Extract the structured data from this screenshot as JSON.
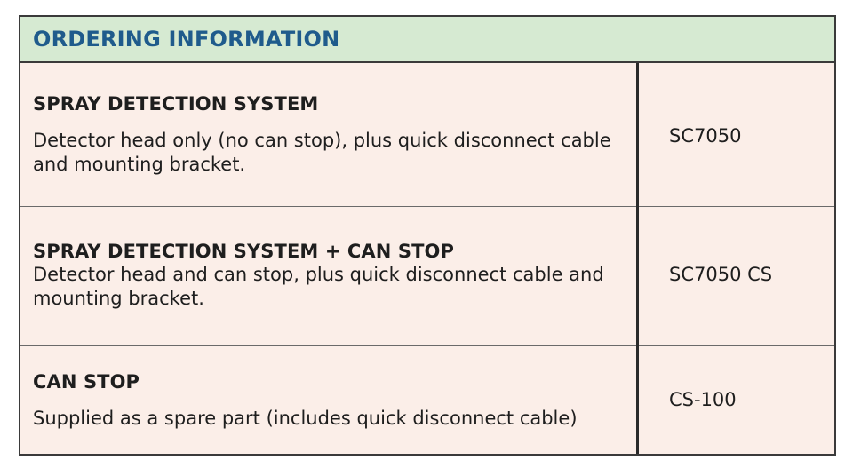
{
  "header": {
    "title": "ORDERING INFORMATION"
  },
  "rows": [
    {
      "title": "SPRAY DETECTION SYSTEM",
      "description": "Detector head only (no can stop), plus quick disconnect cable and mounting bracket.",
      "part_number": "SC7050"
    },
    {
      "title": "SPRAY DETECTION SYSTEM + CAN STOP",
      "description": "Detector head and can stop, plus quick disconnect cable and mounting bracket.",
      "part_number": "SC7050 CS"
    },
    {
      "title": "CAN STOP",
      "description": "Supplied as a spare part (includes quick disconnect cable)",
      "part_number": "CS-100"
    }
  ],
  "colors": {
    "header_bg": "#d6ead2",
    "header_text": "#1f5b8c",
    "row_bg": "#fbeee8",
    "border": "#3a3a3a"
  }
}
